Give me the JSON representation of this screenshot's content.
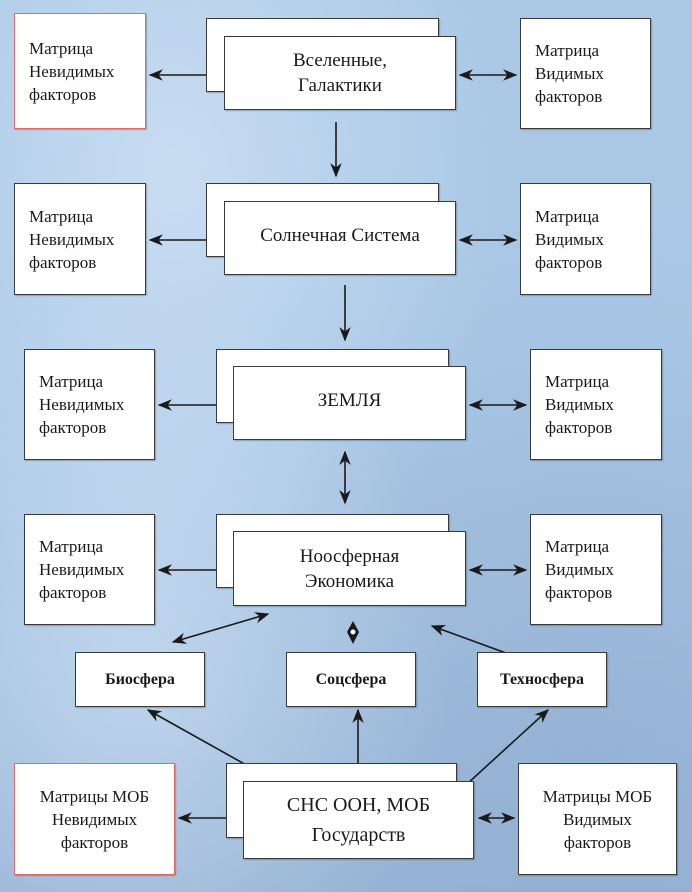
{
  "diagram": {
    "rows": [
      {
        "left": {
          "lines": [
            "Матрица",
            "Невидимых",
            "факторов"
          ],
          "highlight": true
        },
        "center": {
          "lines": [
            "Вселенные,",
            "Галактики"
          ]
        },
        "right": {
          "lines": [
            "Матрица",
            "Видимых",
            "факторов"
          ]
        }
      },
      {
        "left": {
          "lines": [
            "Матрица",
            "Невидимых",
            "факторов"
          ]
        },
        "center": {
          "lines": [
            "Солнечная Система"
          ]
        },
        "right": {
          "lines": [
            "Матрица",
            "Видимых",
            "факторов"
          ]
        }
      },
      {
        "left": {
          "lines": [
            "Матрица",
            "Невидимых",
            "факторов"
          ]
        },
        "center": {
          "lines": [
            "ЗЕМЛЯ"
          ]
        },
        "right": {
          "lines": [
            "Матрица",
            "Видимых",
            "факторов"
          ]
        }
      },
      {
        "left": {
          "lines": [
            "Матрица",
            "Невидимых",
            "факторов"
          ]
        },
        "center": {
          "lines": [
            "Ноосферная",
            "Экономика"
          ]
        },
        "right": {
          "lines": [
            "Матрица",
            "Видимых",
            "факторов"
          ]
        }
      }
    ],
    "spheres": [
      "Биосфера",
      "Соцсфера",
      "Техносфера"
    ],
    "bottom": {
      "left": {
        "lines": [
          "Матрицы МОБ",
          "Невидимых",
          "факторов"
        ],
        "highlight": true
      },
      "center": {
        "lines": [
          "СНС ООН, МОБ",
          "Государств"
        ]
      },
      "right": {
        "lines": [
          "Матрицы МОБ",
          "Видимых",
          "факторов"
        ]
      }
    },
    "colors": {
      "highlight_border": "#e06b62",
      "box_border": "#3a3a3a",
      "arrow": "#1a1a1a"
    }
  }
}
